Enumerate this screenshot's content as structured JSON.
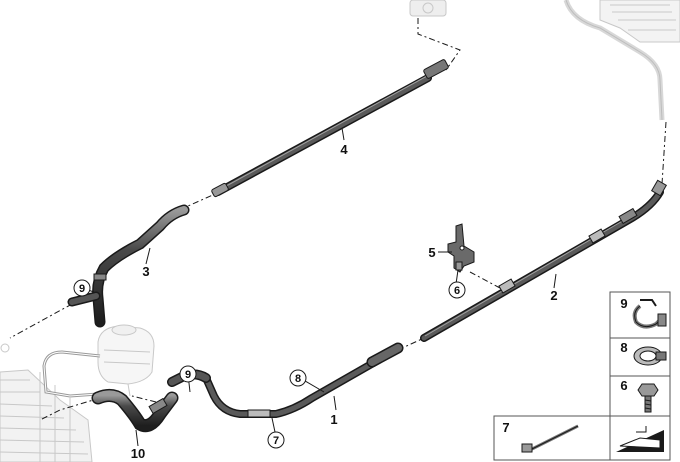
{
  "diagram": {
    "callouts": {
      "hose_1": "1",
      "hose_2": "2",
      "hose_3": "3",
      "hose_4": "4",
      "bracket_5": "5",
      "bracket_6_circled": "6",
      "clamp_7_circled": "7",
      "clamp_8_circled": "8",
      "clamp_9_circled_a": "9",
      "clamp_9_circled_b": "9",
      "hose_10": "10"
    },
    "legend_panel": {
      "items": [
        {
          "number": "9",
          "part": "hose-clamp-open"
        },
        {
          "number": "8",
          "part": "hose-clamp-closed"
        },
        {
          "number": "6",
          "part": "hex-bolt"
        },
        {
          "number": "7",
          "part": "cable-tie"
        }
      ]
    },
    "colors": {
      "line": "#1a1a1a",
      "hose_fill": "#3a3a3a",
      "hose_highlight": "#8a8a8a",
      "ghost": "#c8c8c8",
      "panel_border": "#555555"
    }
  }
}
